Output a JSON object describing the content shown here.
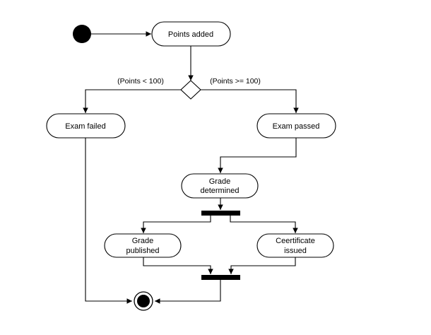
{
  "diagram": {
    "type": "uml-activity",
    "nodes": {
      "points_added": "Points added",
      "exam_failed": "Exam failed",
      "exam_passed": "Exam passed",
      "grade_determined": [
        "Grade",
        "determined"
      ],
      "grade_published": [
        "Grade",
        "published"
      ],
      "certificate_issued": [
        "Ceertificate",
        "issued"
      ]
    },
    "guards": {
      "fail": "(Points < 100)",
      "pass": "(Points >= 100)"
    },
    "edges": [
      [
        "start",
        "points_added"
      ],
      [
        "points_added",
        "decision"
      ],
      [
        "decision",
        "exam_failed",
        "fail"
      ],
      [
        "decision",
        "exam_passed",
        "pass"
      ],
      [
        "exam_passed",
        "grade_determined"
      ],
      [
        "grade_determined",
        "fork"
      ],
      [
        "fork",
        "grade_published"
      ],
      [
        "fork",
        "certificate_issued"
      ],
      [
        "grade_published",
        "join"
      ],
      [
        "certificate_issued",
        "join"
      ],
      [
        "join",
        "end"
      ],
      [
        "exam_failed",
        "end"
      ]
    ],
    "colors": {
      "line": "#000000",
      "fill": "#ffffff",
      "bar": "#000000"
    }
  }
}
